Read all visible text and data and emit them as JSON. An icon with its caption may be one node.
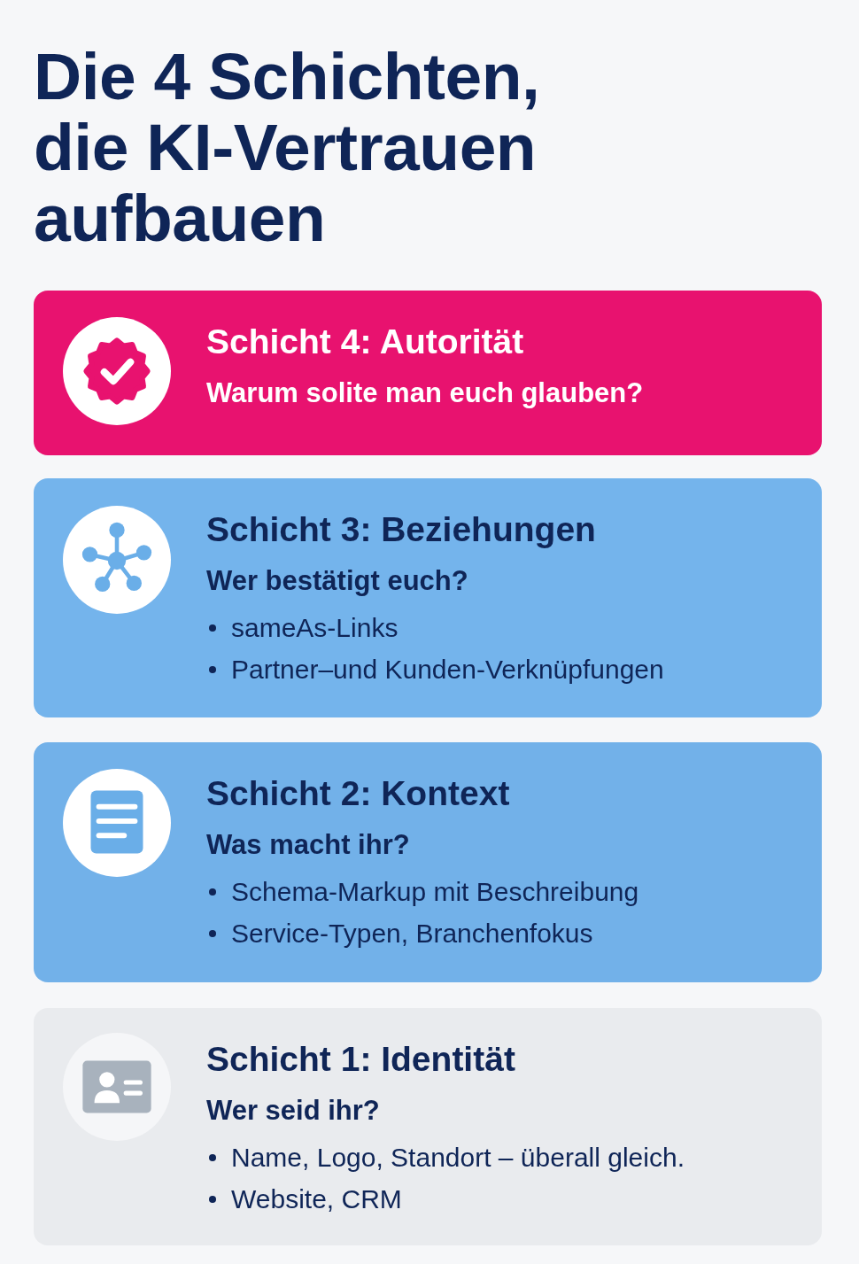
{
  "diagram": {
    "title": "Die 4 Schichten, die KI-Vertrauen aufbauen",
    "nodes": [
      {
        "text": [
          "Schicht 4: Autorität",
          "Warum solite man euch glauben?"
        ]
      },
      {
        "text": [
          "Schicht 3: Beziehungen",
          "Wer bestätigt euch?",
          "sameAs-Links",
          "Partner–und Kunden-Verknüpfungen"
        ]
      },
      {
        "text": [
          "Schicht 2: Kontext",
          "Was macht ihr?",
          "Schema-Markup mit Beschreibung",
          "Service-Typen, Branchenfokus"
        ]
      },
      {
        "text": [
          "Schicht 1: Identität",
          "Wer seid ihr?",
          "Name, Logo, Standort – überall gleich.",
          "Website, CRM"
        ]
      }
    ]
  }
}
